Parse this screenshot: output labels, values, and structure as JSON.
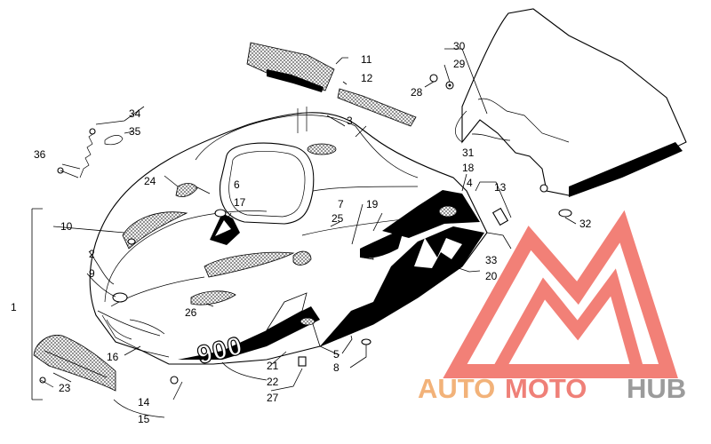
{
  "part_labels": [
    {
      "id": "1",
      "text": "1"
    },
    {
      "id": "2",
      "text": "2"
    },
    {
      "id": "3",
      "text": "3"
    },
    {
      "id": "4",
      "text": "4"
    },
    {
      "id": "5",
      "text": "5"
    },
    {
      "id": "6",
      "text": "6"
    },
    {
      "id": "7",
      "text": "7"
    },
    {
      "id": "8",
      "text": "8"
    },
    {
      "id": "9",
      "text": "9"
    },
    {
      "id": "10",
      "text": "10"
    },
    {
      "id": "11",
      "text": "11"
    },
    {
      "id": "12",
      "text": "12"
    },
    {
      "id": "13",
      "text": "13"
    },
    {
      "id": "14",
      "text": "14"
    },
    {
      "id": "15",
      "text": "15"
    },
    {
      "id": "16",
      "text": "16"
    },
    {
      "id": "17",
      "text": "17"
    },
    {
      "id": "18",
      "text": "18"
    },
    {
      "id": "19",
      "text": "19"
    },
    {
      "id": "20",
      "text": "20"
    },
    {
      "id": "21",
      "text": "21"
    },
    {
      "id": "22",
      "text": "22"
    },
    {
      "id": "23",
      "text": "23"
    },
    {
      "id": "24",
      "text": "24"
    },
    {
      "id": "25",
      "text": "25"
    },
    {
      "id": "26",
      "text": "26"
    },
    {
      "id": "27",
      "text": "27"
    },
    {
      "id": "28",
      "text": "28"
    },
    {
      "id": "29",
      "text": "29"
    },
    {
      "id": "30",
      "text": "30"
    },
    {
      "id": "31",
      "text": "31"
    },
    {
      "id": "32",
      "text": "32"
    },
    {
      "id": "33",
      "text": "33"
    },
    {
      "id": "34",
      "text": "34"
    },
    {
      "id": "35",
      "text": "35"
    },
    {
      "id": "36",
      "text": "36"
    }
  ],
  "decal_900": "900",
  "watermark": {
    "brand_auto": "AUTO",
    "brand_moto": "MOTO",
    "brand_hub": "HUB",
    "color_auto": "#f2b279",
    "color_moto": "#ef8078",
    "color_hub": "#9b9b9b",
    "logo_color": "#f06a60"
  }
}
